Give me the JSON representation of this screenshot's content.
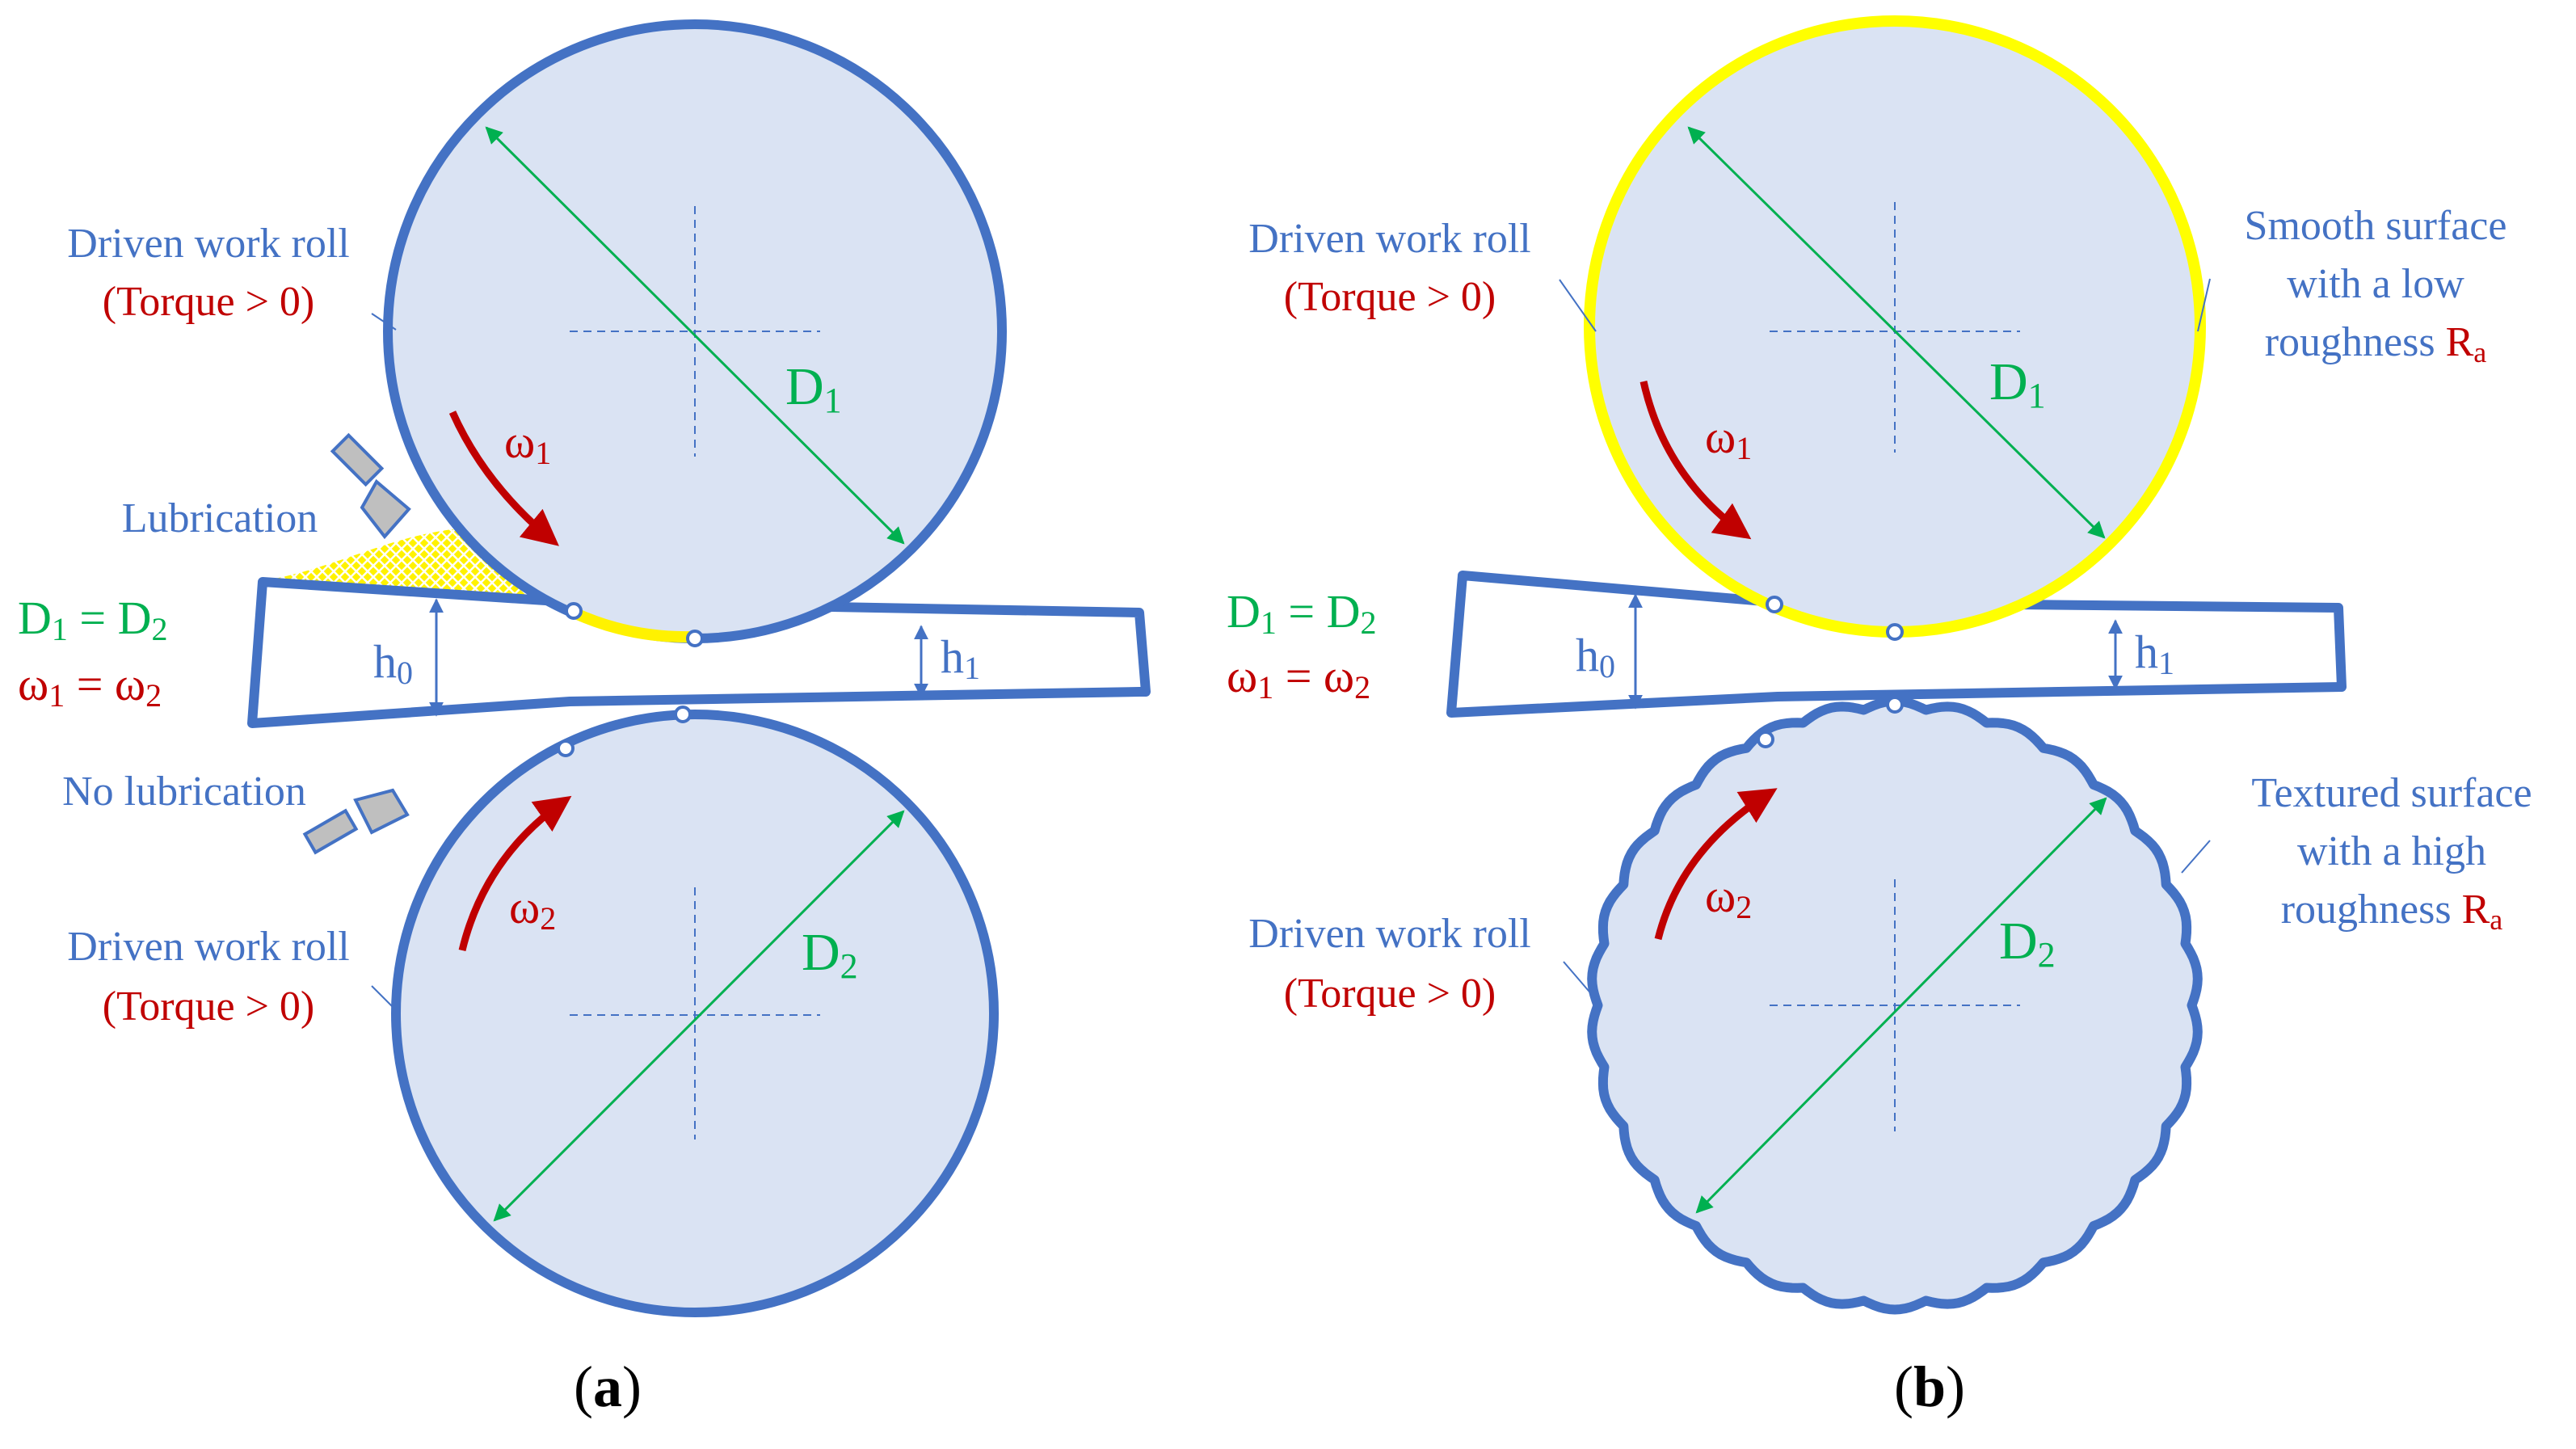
{
  "colors": {
    "roll_fill": "#DAE3F3",
    "roll_stroke": "#4472C4",
    "smooth_stroke": "#FFFF00",
    "diameter": "#00B050",
    "rotation": "#C00000",
    "label_blue": "#4472C4",
    "label_red": "#C00000",
    "lubricant": "#FFF200",
    "nozzle": "#BFBFBF"
  },
  "panel_a": {
    "caption_open": "(",
    "caption_letter": "a",
    "caption_close": ")",
    "top_roll": {
      "label_line1": "Driven work roll",
      "label_line2": "(Torque > 0)",
      "diameter_base": "D",
      "diameter_sub": "1",
      "omega_base": "ω",
      "omega_sub": "1"
    },
    "bottom_roll": {
      "label_line1": "Driven work roll",
      "label_line2": "(Torque > 0)",
      "diameter_base": "D",
      "diameter_sub": "2",
      "omega_base": "ω",
      "omega_sub": "2"
    },
    "lubrication_label": "Lubrication",
    "no_lubrication_label": "No lubrication",
    "eq_diameters": {
      "a": "D",
      "a_sub": "1",
      "op": " = ",
      "b": "D",
      "b_sub": "2"
    },
    "eq_omegas": {
      "a": "ω",
      "a_sub": "1",
      "op": " = ",
      "b": "ω",
      "b_sub": "2"
    },
    "h_in": {
      "base": "h",
      "sub": "0"
    },
    "h_out": {
      "base": "h",
      "sub": "1"
    }
  },
  "panel_b": {
    "caption_open": "(",
    "caption_letter": "b",
    "caption_close": ")",
    "top_roll": {
      "label_line1": "Driven work roll",
      "label_line2": "(Torque > 0)",
      "diameter_base": "D",
      "diameter_sub": "1",
      "omega_base": "ω",
      "omega_sub": "1"
    },
    "bottom_roll": {
      "label_line1": "Driven work roll",
      "label_line2": "(Torque > 0)",
      "diameter_base": "D",
      "diameter_sub": "2",
      "omega_base": "ω",
      "omega_sub": "2"
    },
    "smooth_surface": {
      "line1": "Smooth surface",
      "line2": "with a low",
      "line3": "roughness ",
      "ra_base": "R",
      "ra_sub": "a"
    },
    "textured_surface": {
      "line1": "Textured surface",
      "line2": "with a high",
      "line3": "roughness ",
      "ra_base": "R",
      "ra_sub": "a"
    },
    "eq_diameters": {
      "a": "D",
      "a_sub": "1",
      "op": " = ",
      "b": "D",
      "b_sub": "2"
    },
    "eq_omegas": {
      "a": "ω",
      "a_sub": "1",
      "op": " = ",
      "b": "ω",
      "b_sub": "2"
    },
    "h_in": {
      "base": "h",
      "sub": "0"
    },
    "h_out": {
      "base": "h",
      "sub": "1"
    }
  }
}
